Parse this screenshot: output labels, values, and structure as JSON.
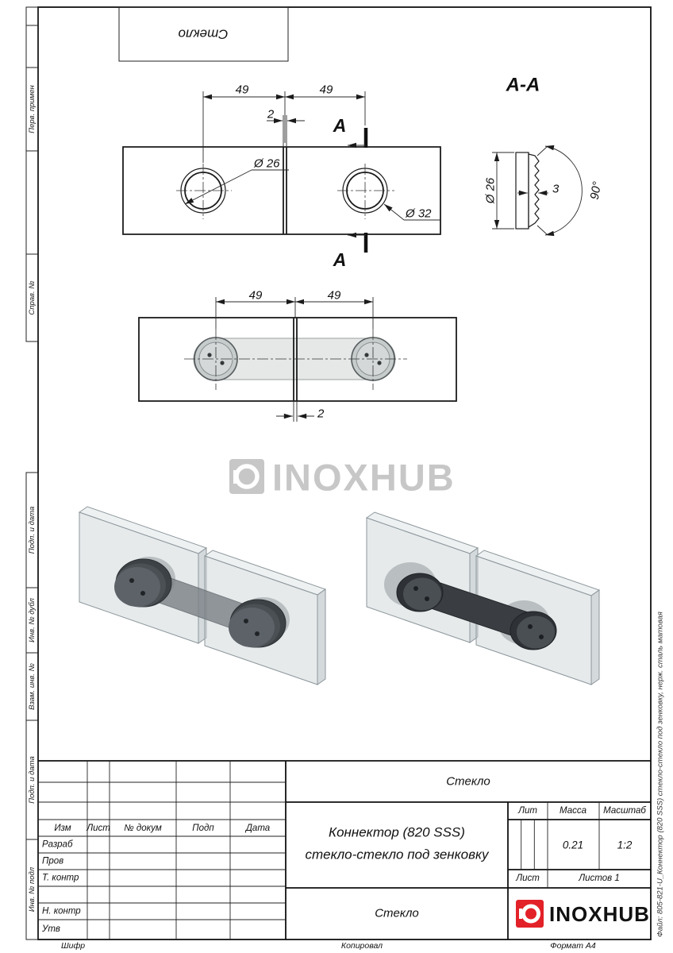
{
  "margins": {
    "top_box_text": "Стекло",
    "left_labels": [
      {
        "id": "perv-primen",
        "text": "Перв. примен"
      },
      {
        "id": "sprav-no",
        "text": "Справ. №"
      },
      {
        "id": "podp-data-1",
        "text": "Подп. и дата"
      },
      {
        "id": "inv-dubl",
        "text": "Инв. № дубл"
      },
      {
        "id": "vzam-inv",
        "text": "Взам. инв. №"
      },
      {
        "id": "podp-data-2",
        "text": "Подп. и дата"
      },
      {
        "id": "inv-podl",
        "text": "Инв. № подл"
      }
    ],
    "bottom": {
      "cipher": "Шифр",
      "copied": "Копировал",
      "format": "Формат A4"
    },
    "right_file_note": "Файл: 805-821-U_Коннектор (820 SSS) стекло-стекло под зенковку, нерж. сталь матовая"
  },
  "views": {
    "section_title": "A-A",
    "cut_letter_top": "A",
    "cut_letter_bottom": "A",
    "front": {
      "dim_left": "49",
      "dim_right": "49",
      "dim_gap": "2",
      "dia_hole": "Ø 26",
      "dia_countersink": "Ø 32"
    },
    "section": {
      "dia": "Ø 26",
      "thickness": "3",
      "angle": "90°"
    },
    "plan": {
      "dim_left": "49",
      "dim_right": "49",
      "dim_gap": "2"
    }
  },
  "watermark": {
    "text": "INOXHUB"
  },
  "title_block": {
    "designation": "Стекло",
    "name_line1": "Коннектор (820 SSS)",
    "name_line2": "стекло-стекло под зенковку",
    "material": "Стекло",
    "columns": {
      "izm": "Изм",
      "list": "Лист",
      "doc": "№ докум",
      "sign": "Подп",
      "date": "Дата"
    },
    "rows": {
      "razrab": "Разраб",
      "prov": "Пров",
      "tkontr": "Т. контр",
      "nkontr": "Н. контр",
      "utv": "Утв"
    },
    "lit_label": "Лит",
    "massa_label": "Масса",
    "masshtab_label": "Масштаб",
    "massa_value": "0.21",
    "masshtab_value": "1:2",
    "list_label": "Лист",
    "listov_label": "Листов 1",
    "brand": "INOXHUB",
    "brand_color": "#e32128"
  }
}
